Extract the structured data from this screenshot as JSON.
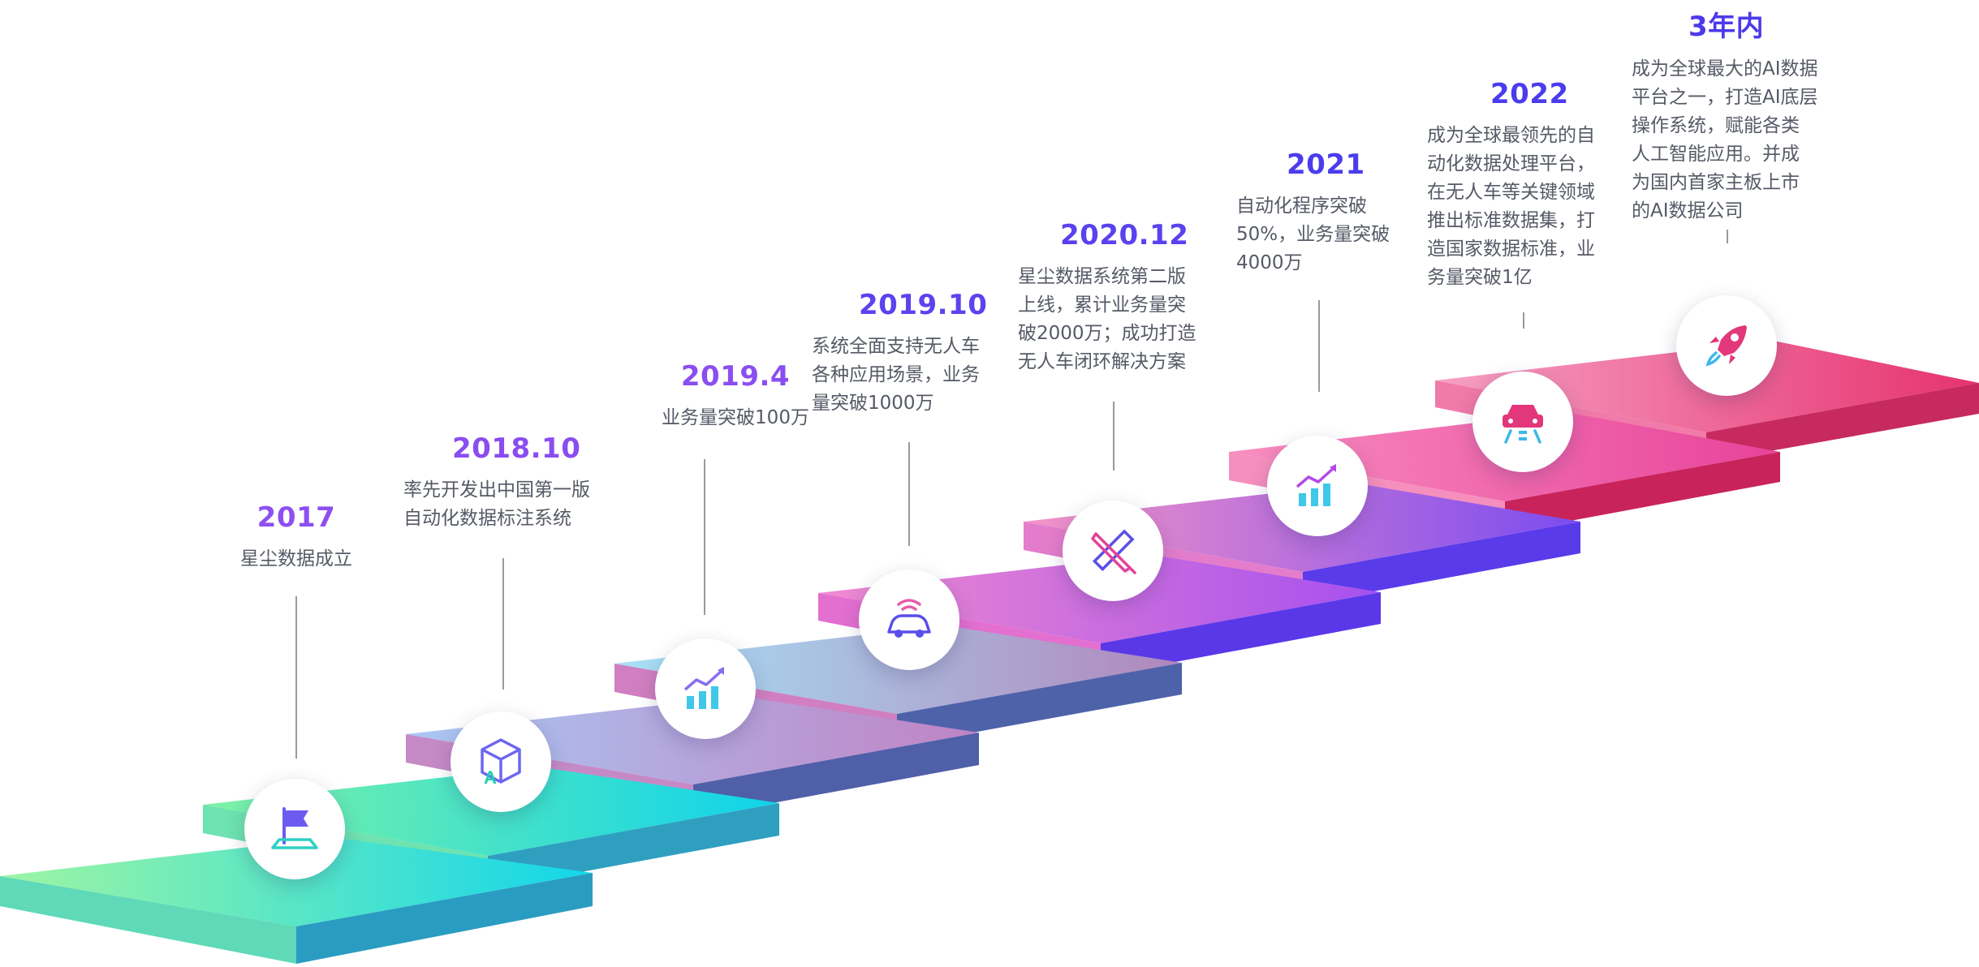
{
  "milestones": [
    {
      "year": "2017",
      "desc": "星尘数据成立"
    },
    {
      "year": "2018.10",
      "desc": "率先开发出中国第一版\n自动化数据标注系统"
    },
    {
      "year": "2019.4",
      "desc": "业务量突破100万"
    },
    {
      "year": "2019.10",
      "desc": "系统全面支持无人车\n各种应用场景，业务\n量突破1000万"
    },
    {
      "year": "2020.12",
      "desc": "星尘数据系统第二版\n上线，累计业务量突\n破2000万；成功打造\n无人车闭环解决方案"
    },
    {
      "year": "2021",
      "desc": "自动化程序突破\n50%，业务量突破\n4000万"
    },
    {
      "year": "2022",
      "desc": "成为全球最领先的自\n动化数据处理平台，\n在无人车等关键领域\n推出标准数据集，打\n造国家数据标准，业\n务量突破1亿"
    },
    {
      "year": "3年内",
      "desc": "成为全球最大的AI数据\n平台之一，打造AI底层\n操作系统，赋能各类\n人工智能应用。并成\n为国内首家主板上市\n的AI数据公司"
    }
  ],
  "icons": [
    "flag-icon",
    "cube-a-icon",
    "growth-chart-icon",
    "connected-car-icon",
    "ruler-pencil-icon",
    "growth-chart-icon",
    "car-front-icon",
    "rocket-icon"
  ],
  "colors": {
    "year_text": [
      "#8d4ff0",
      "#8a4df0",
      "#8a4ef0",
      "#5b43ee",
      "#5a42ee",
      "#4b3cec",
      "#4a3cec",
      "#4d3aea"
    ],
    "desc_text": "#555a66",
    "connector_line": "#9a9a9a",
    "step_gradient_start": "#1ee3c9",
    "step_gradient_end": "#e8306b"
  }
}
